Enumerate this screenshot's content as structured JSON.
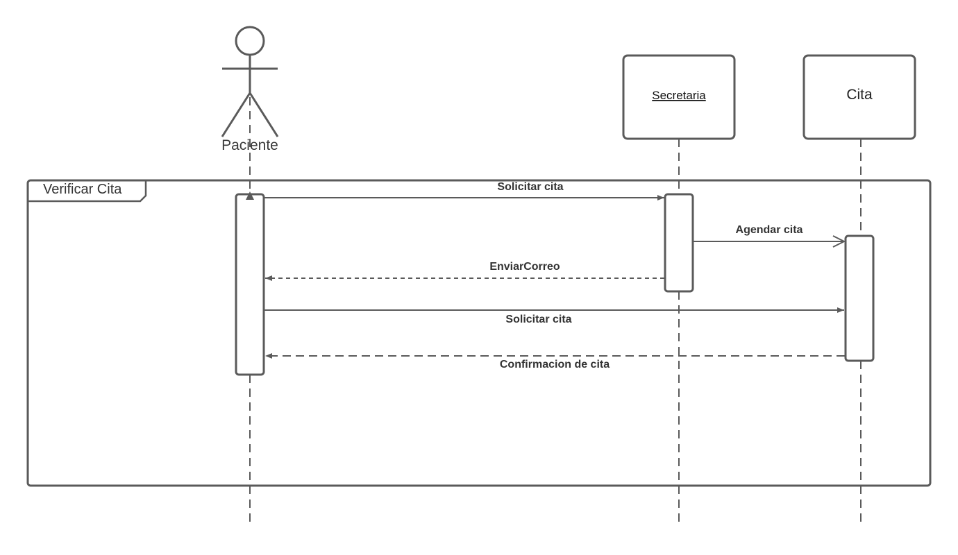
{
  "frame": {
    "label": "Verificar Cita"
  },
  "participants": {
    "paciente": {
      "label": "Paciente",
      "kind": "actor"
    },
    "secretaria": {
      "label": "Secretaria",
      "kind": "object",
      "underlined": true
    },
    "cita": {
      "label": "Cita",
      "kind": "object"
    }
  },
  "messages": [
    {
      "label": "Solicitar cita",
      "from": "paciente",
      "to": "secretaria",
      "style": "solid",
      "arrow": "filled"
    },
    {
      "label": "Agendar cita",
      "from": "secretaria",
      "to": "cita",
      "style": "solid",
      "arrow": "open"
    },
    {
      "label": "EnviarCorreo",
      "from": "secretaria",
      "to": "paciente",
      "style": "dashed",
      "arrow": "filled"
    },
    {
      "label": "Solicitar cita",
      "from": "paciente",
      "to": "cita",
      "style": "solid",
      "arrow": "filled"
    },
    {
      "label": "Confirmacion de cita",
      "from": "cita",
      "to": "paciente",
      "style": "dashed",
      "arrow": "filled"
    }
  ],
  "colors": {
    "line": "#5a5a5a",
    "text": "#333333",
    "background": "#ffffff"
  }
}
